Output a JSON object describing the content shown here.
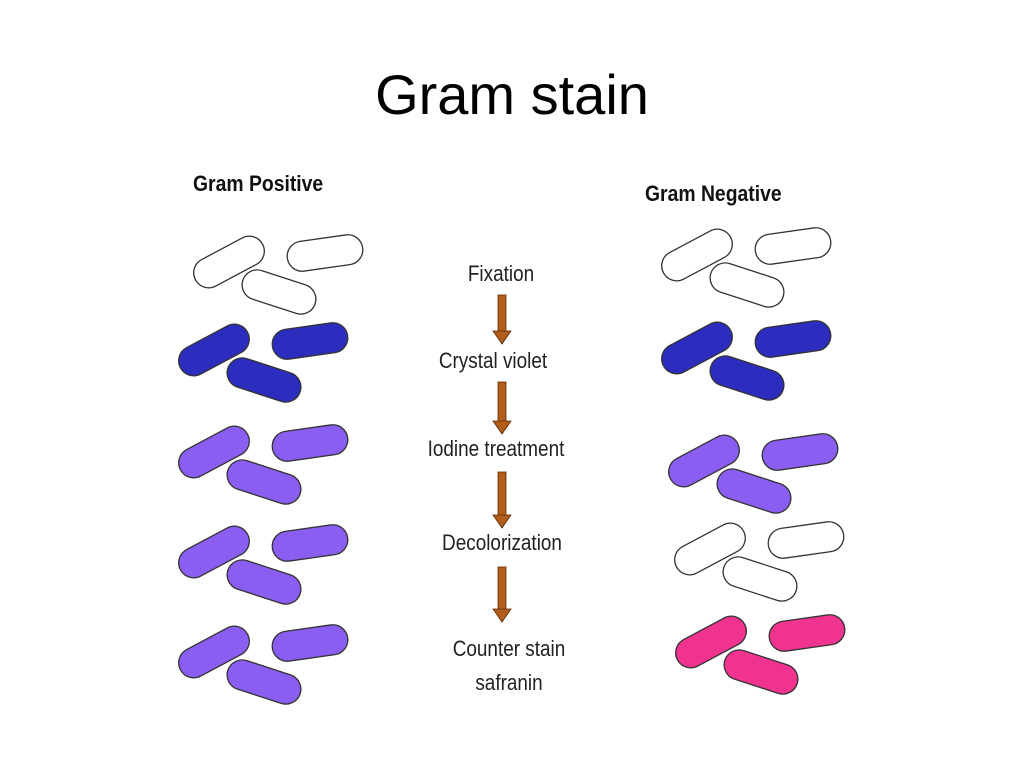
{
  "title": "Gram stain",
  "columns": {
    "positive": "Gram Positive",
    "negative": "Gram Negative"
  },
  "steps": [
    {
      "label": "Fixation"
    },
    {
      "label": "Crystal violet"
    },
    {
      "label": "Iodine treatment"
    },
    {
      "label": "Decolorization"
    },
    {
      "label": "Counter stain safranin"
    }
  ],
  "colors": {
    "unstained_fill": "#ffffff",
    "crystal_violet": "#2c2cbf",
    "iodine_violet": "#8a5ef0",
    "safranin": "#f0338f",
    "arrow": "#b25d19",
    "outline": "#333333"
  },
  "positive_stages": [
    "unstained_fill",
    "crystal_violet",
    "iodine_violet",
    "iodine_violet",
    "iodine_violet"
  ],
  "negative_stages": [
    "unstained_fill",
    "crystal_violet",
    "iodine_violet",
    "unstained_fill",
    "safranin"
  ]
}
